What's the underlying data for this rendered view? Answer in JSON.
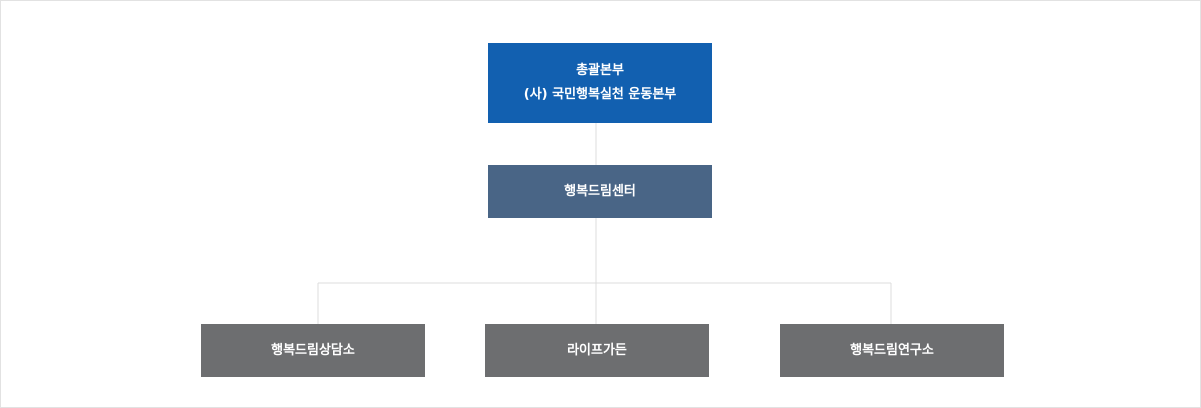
{
  "org_chart": {
    "headquarters": {
      "line1": "총괄본부",
      "line2": "(사) 국민행복실천 운동본부",
      "color": "#1260b0"
    },
    "center": {
      "label": "행복드림센터",
      "color": "#496586"
    },
    "units": [
      {
        "label": "행복드림상담소",
        "color": "#6d6e70"
      },
      {
        "label": "라이프가든",
        "color": "#6d6e70"
      },
      {
        "label": "행복드림연구소",
        "color": "#6d6e70"
      }
    ],
    "connector_color": "#dcdcdc"
  }
}
